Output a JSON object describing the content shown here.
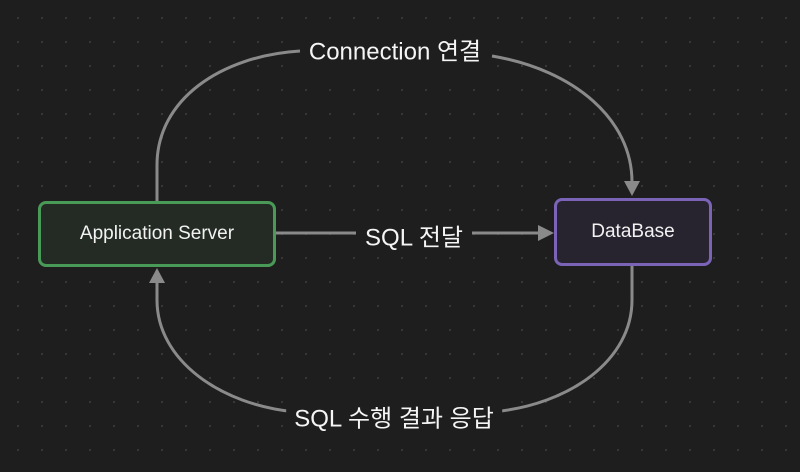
{
  "nodes": {
    "app_server": {
      "label": "Application Server",
      "border_color": "#4a9a57"
    },
    "database": {
      "label": "DataBase",
      "border_color": "#7b63b8"
    }
  },
  "edges": {
    "connection": {
      "label": "Connection 연결",
      "from": "app_server",
      "to": "database"
    },
    "sql_send": {
      "label": "SQL 전달",
      "from": "app_server",
      "to": "database"
    },
    "sql_result": {
      "label": "SQL 수행 결과 응답",
      "from": "database",
      "to": "app_server"
    }
  },
  "colors": {
    "background": "#1e1e1e",
    "edge": "#8a8a8a",
    "text": "#f5f5f5"
  }
}
